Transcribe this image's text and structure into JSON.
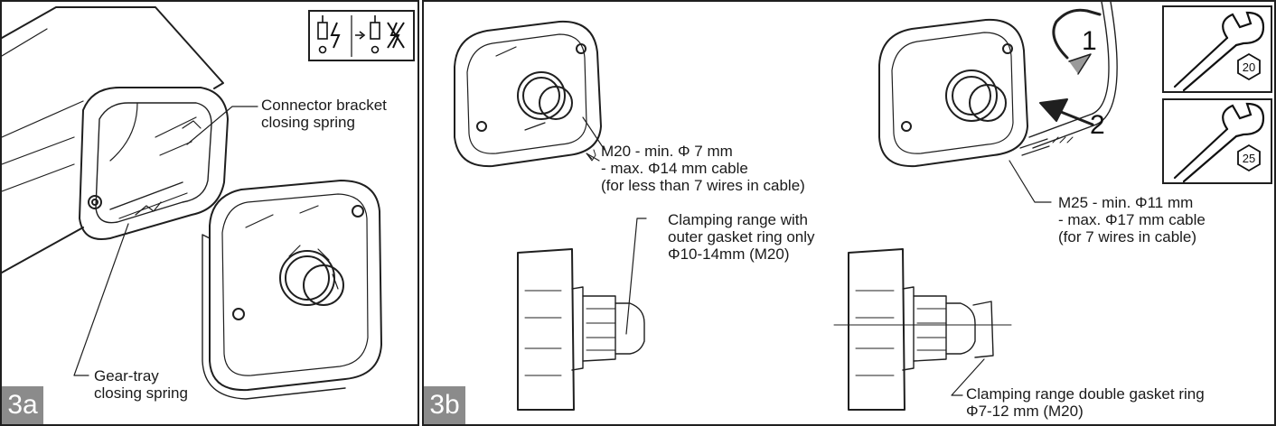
{
  "panel_a": {
    "tag": "3a",
    "callout_connector": [
      "Connector bracket",
      "closing spring"
    ],
    "callout_gear": [
      "Gear-tray",
      "closing spring"
    ],
    "warning_icon": "power-off-warning-icon"
  },
  "panel_b": {
    "tag": "3b",
    "m20_note": [
      "M20 - min. Φ 7 mm",
      "- max. Φ14 mm cable",
      "(for less than 7 wires in cable)"
    ],
    "m25_note": [
      "M25 - min. Φ11 mm",
      "- max. Φ17 mm cable",
      "(for 7 wires in cable)"
    ],
    "outer_gasket_note": [
      "Clamping range with",
      "outer gasket ring only",
      "Φ10-14mm (M20)"
    ],
    "double_gasket_note": [
      "Clamping range double gasket ring",
      "Φ7-12 mm (M20)"
    ],
    "step_1": "1",
    "step_2": "2",
    "wrench_sizes": [
      "20",
      "25"
    ],
    "wrench_icon": "wrench-icon"
  }
}
